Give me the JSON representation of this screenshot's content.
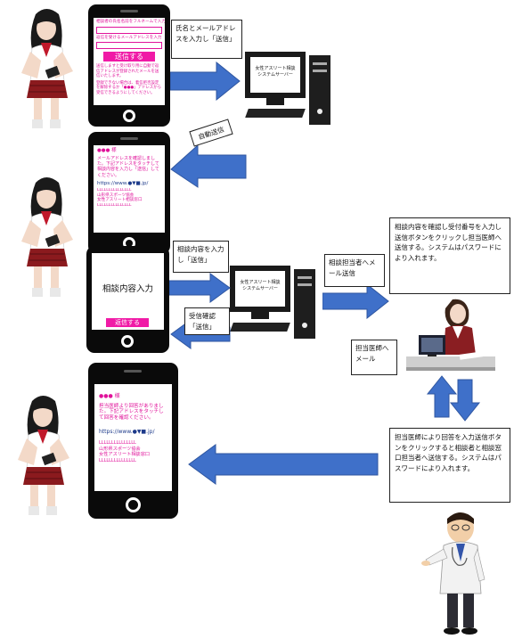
{
  "phone1": {
    "line1": "相談者の氏名名前をフルネームで入力",
    "line2": "返信を受けるメールアドレスを入力",
    "button": "送信する",
    "notes": "送信しますと受け取り用に自動で返信アドレスが登録されたメールを送信いたします。",
    "notes2": "登録できない場合は、着信拒否設定を解除するか「●●●」アドレスから受信できるようにしてください。"
  },
  "phone2": {
    "name": "●●● 様",
    "body": "メールアドレスを確認しました。下記アドレスをタッチして相談内容を入力し「送信」してください。",
    "url": "https://www.●▼■.jp/",
    "lines": "LLLLLLLLLLLLLLL",
    "org": "山形県スポーツ協会",
    "org2": "女性アスリート相談窓口"
  },
  "phone3": {
    "title": "相談内容入力",
    "button": "返信する"
  },
  "phone4": {
    "name": "●●● 様",
    "body": "担当医師より回答がありました。下記アドレスをタッチして回答を確認ください。",
    "url": "https://www.●▼■.jp/",
    "lines": "LLLLLLLLLLLLLLL",
    "org": "山形県スポーツ協会",
    "org2": "女性アスリート相談窓口"
  },
  "labels": {
    "name_email": "氏名とメールアドレスを入力し「送信」",
    "auto_send": "自動送信",
    "consult_input": "相談内容を入力し「送信」",
    "receipt_confirm": "受信確認「送信」",
    "to_staff": "相談担当者へメール送信",
    "staff_desc": "相談内容を確認し受付番号を入力し送信ボタンをクリックし担当医師へ送信する。システムはパスワードにより入れます。",
    "to_doctor": "担当医師へメール",
    "doctor_desc": "担当医師により回答を入力送信ボタンをクリックすると相談者と相談窓口担当者へ送信する。システムはパスワードにより入れます。"
  },
  "server1": {
    "line1": "女性アスリート相談",
    "line2": "システムサーバー"
  },
  "server2": {
    "line1": "女性アスリート相談",
    "line2": "システムサーバー"
  },
  "colors": {
    "arrow": "#3f70c9",
    "arrow_edge": "#2f56a0",
    "magenta": "#e0129a",
    "phone_body": "#0a0a0a"
  }
}
